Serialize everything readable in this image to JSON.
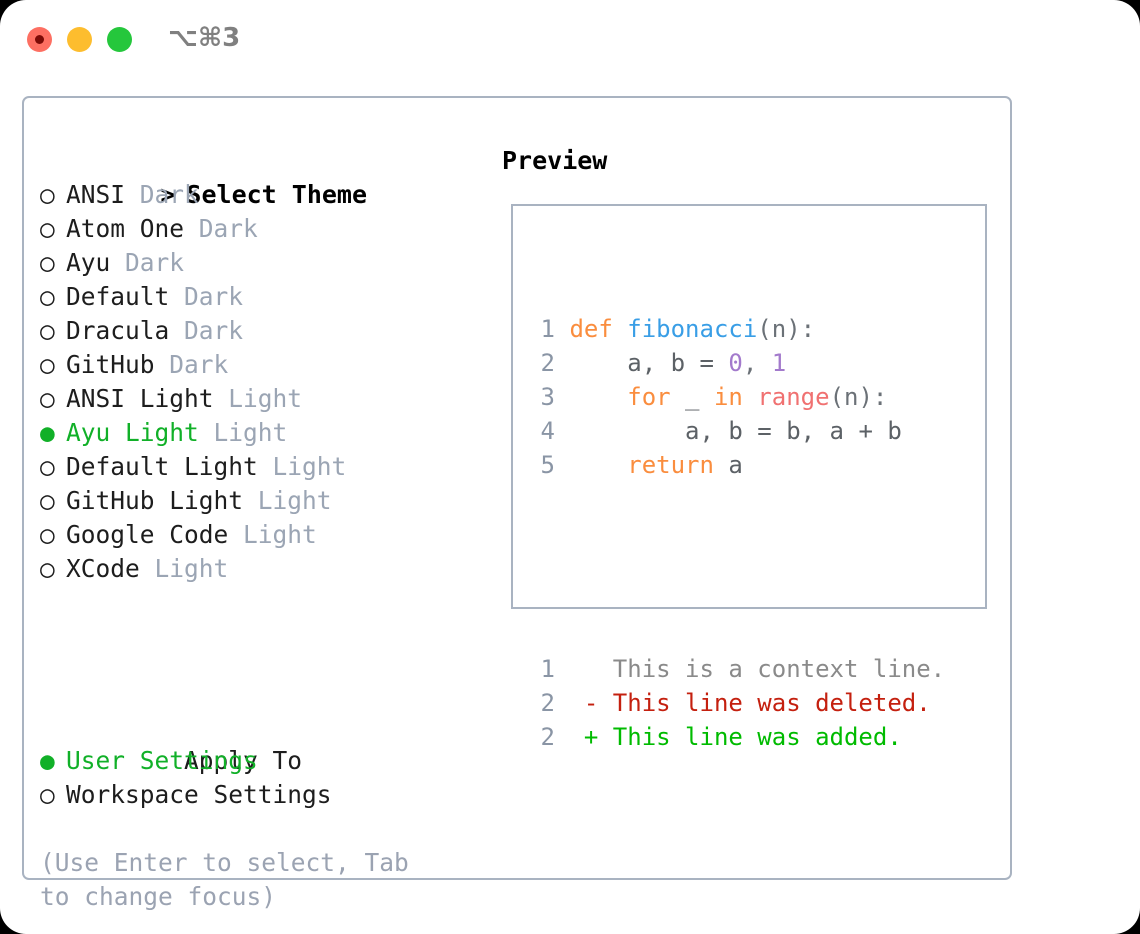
{
  "titlebar": {
    "shortcut": "⌥⌘3",
    "buttons": {
      "close": "close",
      "minimize": "minimize",
      "maximize": "maximize"
    }
  },
  "theme_picker": {
    "header_marker": ">",
    "header": "Select Theme",
    "selected_theme": "Ayu Light",
    "marker_selected": "●",
    "marker_unselected": "○",
    "items": [
      {
        "name": "ANSI",
        "variant": "Dark",
        "selected": false
      },
      {
        "name": "Atom One",
        "variant": "Dark",
        "selected": false
      },
      {
        "name": "Ayu",
        "variant": "Dark",
        "selected": false
      },
      {
        "name": "Default",
        "variant": "Dark",
        "selected": false
      },
      {
        "name": "Dracula",
        "variant": "Dark",
        "selected": false
      },
      {
        "name": "GitHub",
        "variant": "Dark",
        "selected": false
      },
      {
        "name": "ANSI Light",
        "variant": "Light",
        "selected": false
      },
      {
        "name": "Ayu Light",
        "variant": "Light",
        "selected": true
      },
      {
        "name": "Default Light",
        "variant": "Light",
        "selected": false
      },
      {
        "name": "GitHub Light",
        "variant": "Light",
        "selected": false
      },
      {
        "name": "Google Code",
        "variant": "Light",
        "selected": false
      },
      {
        "name": "XCode",
        "variant": "Light",
        "selected": false
      }
    ]
  },
  "apply_to": {
    "header": "Apply To",
    "items": [
      {
        "name": "User Settings",
        "selected": true
      },
      {
        "name": "Workspace Settings",
        "selected": false
      }
    ]
  },
  "hint": "(Use Enter to select, Tab to change focus)",
  "preview": {
    "label": "Preview",
    "code_lines": [
      {
        "no": "1",
        "tokens": [
          {
            "t": "def ",
            "c": "kw"
          },
          {
            "t": "fibonacci",
            "c": "fn"
          },
          {
            "t": "(n):",
            "c": "punc"
          }
        ]
      },
      {
        "no": "2",
        "tokens": [
          {
            "t": "    a, b = ",
            "c": "pln"
          },
          {
            "t": "0",
            "c": "num"
          },
          {
            "t": ", ",
            "c": "punc"
          },
          {
            "t": "1",
            "c": "num"
          }
        ]
      },
      {
        "no": "3",
        "tokens": [
          {
            "t": "    ",
            "c": "pln"
          },
          {
            "t": "for",
            "c": "kw"
          },
          {
            "t": " _ ",
            "c": "pln"
          },
          {
            "t": "in",
            "c": "kw"
          },
          {
            "t": " ",
            "c": "pln"
          },
          {
            "t": "range",
            "c": "bfn"
          },
          {
            "t": "(n):",
            "c": "punc"
          }
        ]
      },
      {
        "no": "4",
        "tokens": [
          {
            "t": "        a, b = b, a + b",
            "c": "pln"
          }
        ]
      },
      {
        "no": "5",
        "tokens": [
          {
            "t": "    ",
            "c": "pln"
          },
          {
            "t": "return",
            "c": "kw"
          },
          {
            "t": " a",
            "c": "pln"
          }
        ]
      }
    ],
    "diff_lines": [
      {
        "no": "1",
        "sign": " ",
        "text": "This is a context line.",
        "kind": "ctx"
      },
      {
        "no": "2",
        "sign": "-",
        "text": "This line was deleted.",
        "kind": "del"
      },
      {
        "no": "2",
        "sign": "+",
        "text": "This line was added.",
        "kind": "add"
      }
    ]
  },
  "colors": {
    "accent_green": "#11b028",
    "border": "#a9b3c1",
    "muted": "#9ba5b4",
    "keyword": "#fa8d3e",
    "function": "#399ee6",
    "number": "#a37acc",
    "builtin": "#f07171",
    "line_number": "#8a95a5",
    "diff_added": "#00bb00",
    "diff_deleted": "#c4200f",
    "traffic_close": "#fd6f62",
    "traffic_min": "#fdbd2e",
    "traffic_max": "#25c73c"
  }
}
